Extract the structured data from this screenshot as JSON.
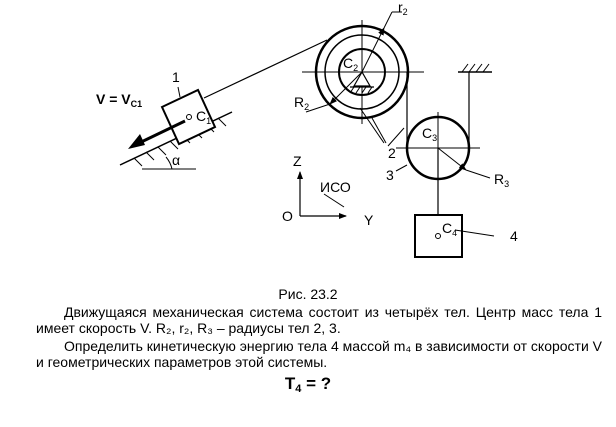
{
  "figure": {
    "labels": {
      "v_label": "V = V",
      "v_sub": "C1",
      "body1": "1",
      "c1": "C",
      "c1_sub": "1",
      "alpha": "α",
      "r2_small": "r",
      "r2_small_sub": "2",
      "c2": "C",
      "c2_sub": "2",
      "r2_big": "R",
      "r2_big_sub": "2",
      "c3": "C",
      "c3_sub": "3",
      "r3": "R",
      "r3_sub": "3",
      "body2": "2",
      "body3": "3",
      "c4": "C",
      "c4_sub": "4",
      "body4": "4",
      "axis_z": "Z",
      "axis_o": "O",
      "axis_y": "Y",
      "iso": "ИСО"
    }
  },
  "text": {
    "caption": "Рис. 23.2",
    "p1": "Движущаяся механическая система состоит из четырёх тел. Центр масс тела 1 имеет скорость V. R₂, r₂, R₃ – радиусы тел 2, 3.",
    "p2": "Определить кинетическую энергию тела 4 массой m₄ в зависимости от скорости V и геометрических параметров этой системы.",
    "question_t": "T",
    "question_sub": "4",
    "question_rest": " = ?"
  }
}
